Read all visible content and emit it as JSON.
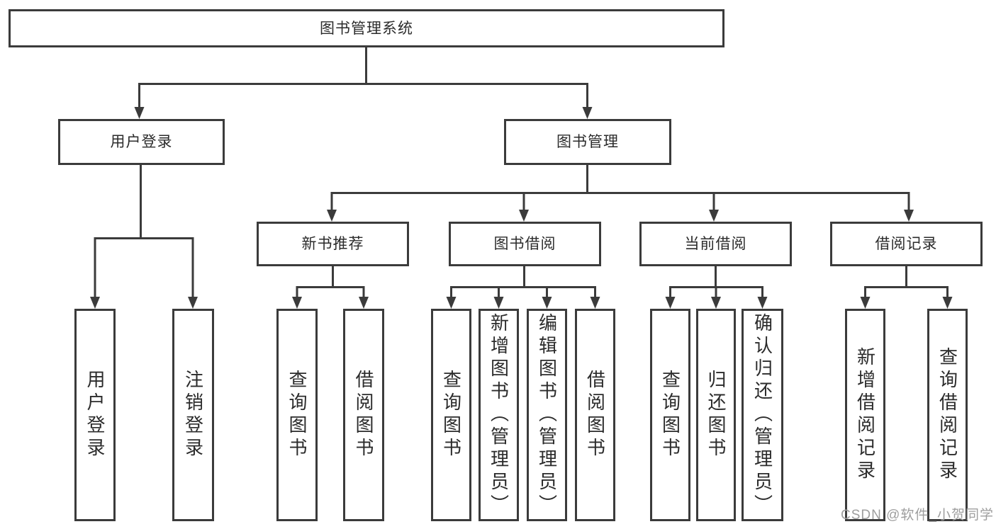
{
  "diagram_title": "图书管理系统",
  "colors": {
    "line": "#3b3b3b",
    "box_border": "#3b3b3b",
    "text": "#2b2b2b",
    "watermark": "#9e9e9e",
    "background": "#ffffff"
  },
  "tree": {
    "label": "图书管理系统",
    "children": [
      {
        "label": "用户登录",
        "children": [
          {
            "label": "用户登录"
          },
          {
            "label": "注销登录"
          }
        ]
      },
      {
        "label": "图书管理",
        "children": [
          {
            "label": "新书推荐",
            "children": [
              {
                "label": "查询图书"
              },
              {
                "label": "借阅图书"
              }
            ]
          },
          {
            "label": "图书借阅",
            "children": [
              {
                "label": "查询图书"
              },
              {
                "label": "新增图书（管理员）"
              },
              {
                "label": "编辑图书（管理员）"
              },
              {
                "label": "借阅图书"
              }
            ]
          },
          {
            "label": "当前借阅",
            "children": [
              {
                "label": "查询图书"
              },
              {
                "label": "归还图书"
              },
              {
                "label": "确认归还（管理员）"
              }
            ]
          },
          {
            "label": "借阅记录",
            "children": [
              {
                "label": "新增借阅记录"
              },
              {
                "label": "查询借阅记录"
              }
            ]
          }
        ]
      }
    ]
  },
  "watermark": {
    "text": "CSDN @软件_小贺同学"
  }
}
